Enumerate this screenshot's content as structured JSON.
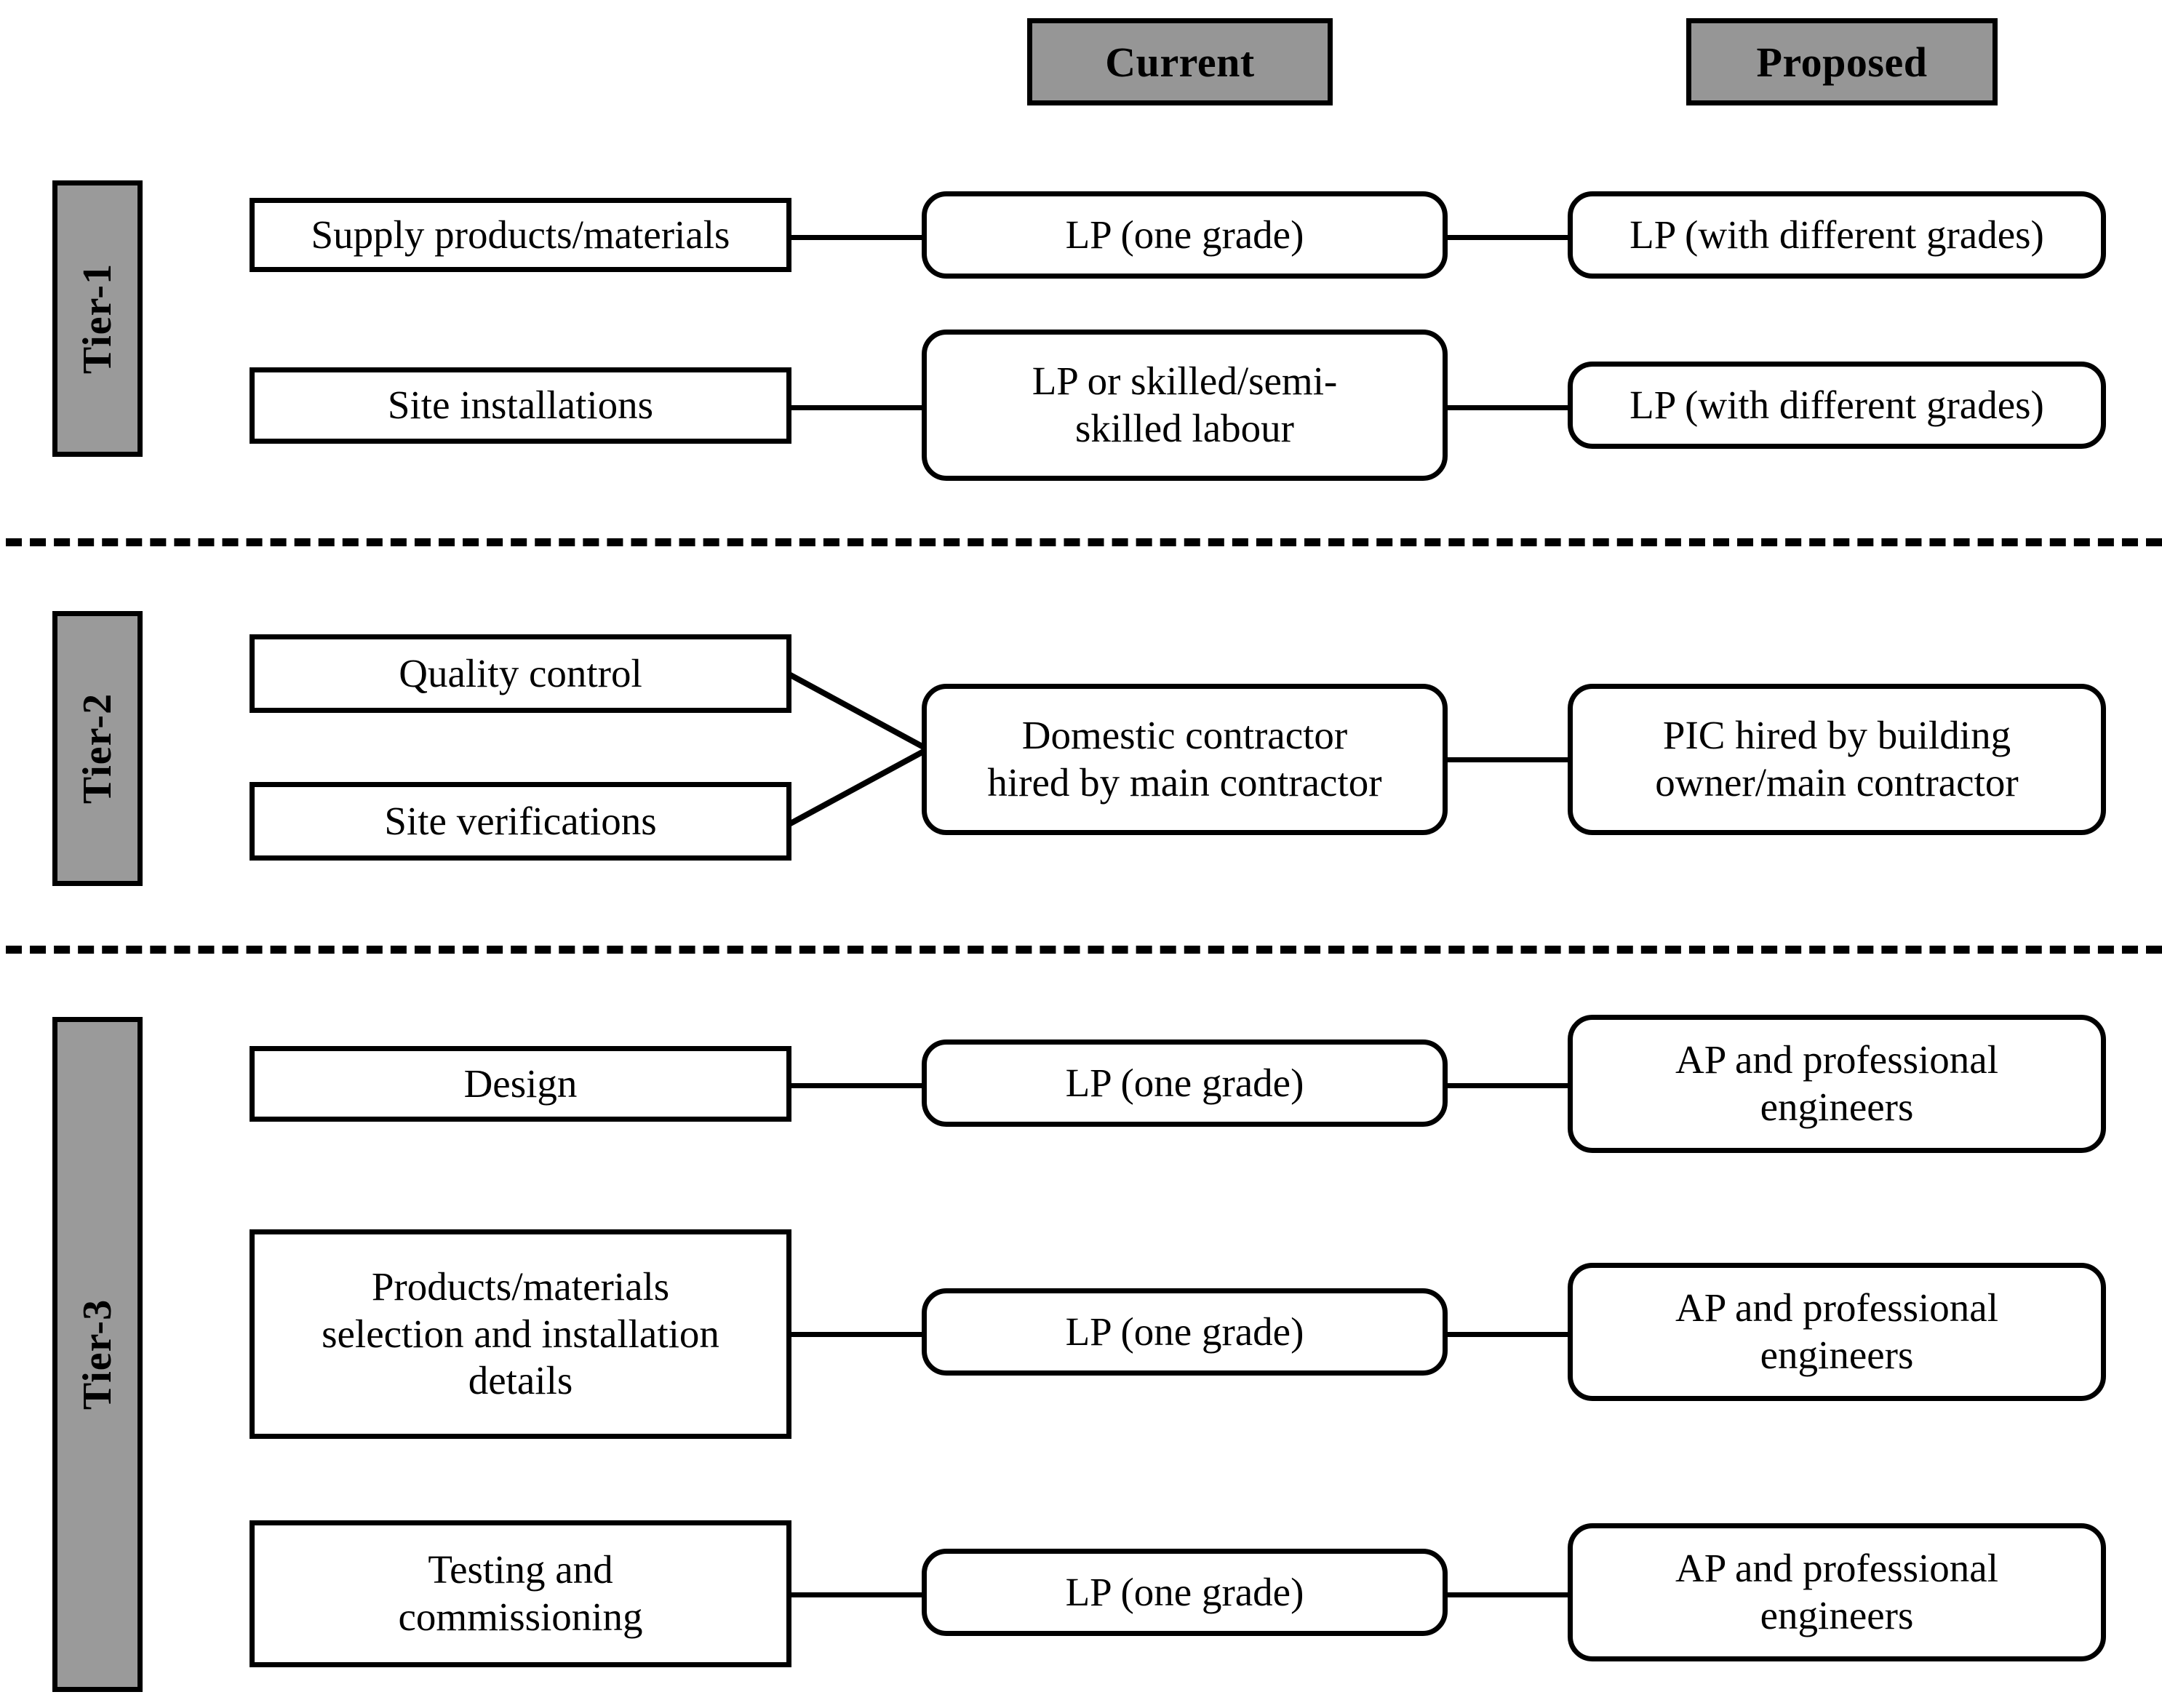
{
  "headers": {
    "current": "Current",
    "proposed": "Proposed"
  },
  "tiers": [
    {
      "label": "Tier-1"
    },
    {
      "label": "Tier-2"
    },
    {
      "label": "Tier-3"
    }
  ],
  "rows": {
    "t1r1": {
      "activity": "Supply products/materials",
      "current": "LP (one grade)",
      "proposed": "LP (with different grades)"
    },
    "t1r2": {
      "activity": "Site installations",
      "current": "LP or skilled/semi-\nskilled labour",
      "proposed": "LP (with different grades)"
    },
    "t2": {
      "activity_a": "Quality control",
      "activity_b": "Site verifications",
      "current": "Domestic contractor\nhired by main contractor",
      "proposed": "PIC hired by building\nowner/main contractor"
    },
    "t3r1": {
      "activity": "Design",
      "current": "LP (one grade)",
      "proposed": "AP and professional\nengineers"
    },
    "t3r2": {
      "activity": "Products/materials\nselection and installation\ndetails",
      "current": "LP (one grade)",
      "proposed": "AP and professional\nengineers"
    },
    "t3r3": {
      "activity": "Testing and\ncommissioning",
      "current": "LP (one grade)",
      "proposed": "AP and professional\nengineers"
    }
  },
  "colors": {
    "header_fill": "#969696",
    "tier_fill": "#9a9a9a",
    "stroke": "#000000",
    "node_fill": "#ffffff"
  }
}
